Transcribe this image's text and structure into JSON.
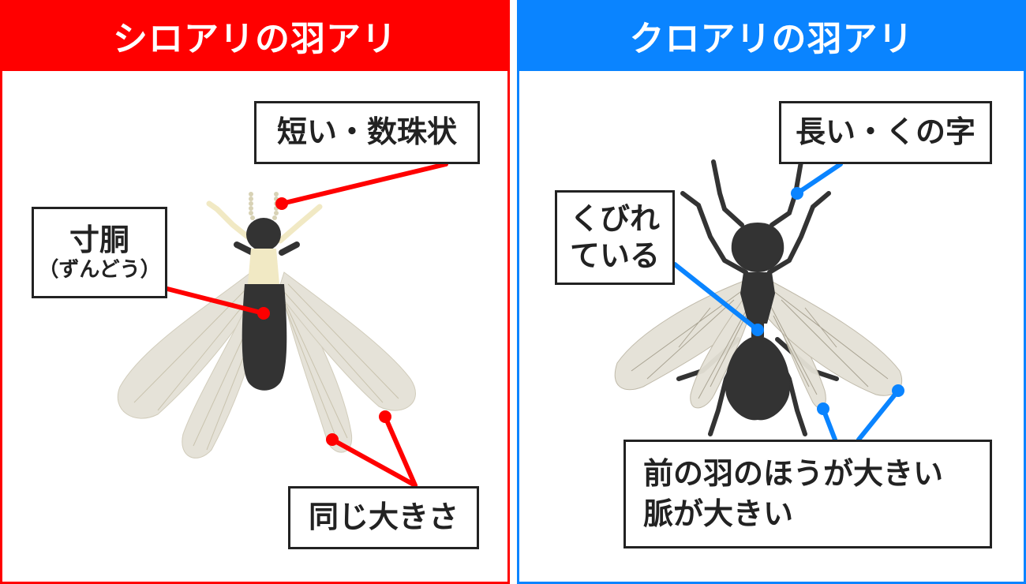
{
  "panels": {
    "left": {
      "title": "シロアリの羽アリ",
      "accent_color": "#ff0000",
      "labels": {
        "antenna": "短い・数珠状",
        "body_main": "寸胴",
        "body_reading": "（ずんどう）",
        "wings": "同じ大きさ"
      }
    },
    "right": {
      "title": "クロアリの羽アリ",
      "accent_color": "#0a84ff",
      "labels": {
        "antenna": "長い・くの字",
        "waist_line1": "くびれ",
        "waist_line2": "ている",
        "wings_line1": "前の羽のほうが大きい",
        "wings_line2": "脈が大きい"
      }
    }
  },
  "illustrations": {
    "left": "termite-alate-icon",
    "right": "black-ant-alate-icon"
  },
  "colors": {
    "insect_body": "#333333",
    "termite_thorax": "#f1e9c4",
    "wing_fill": "#e4e1d6",
    "label_border": "#222222"
  }
}
